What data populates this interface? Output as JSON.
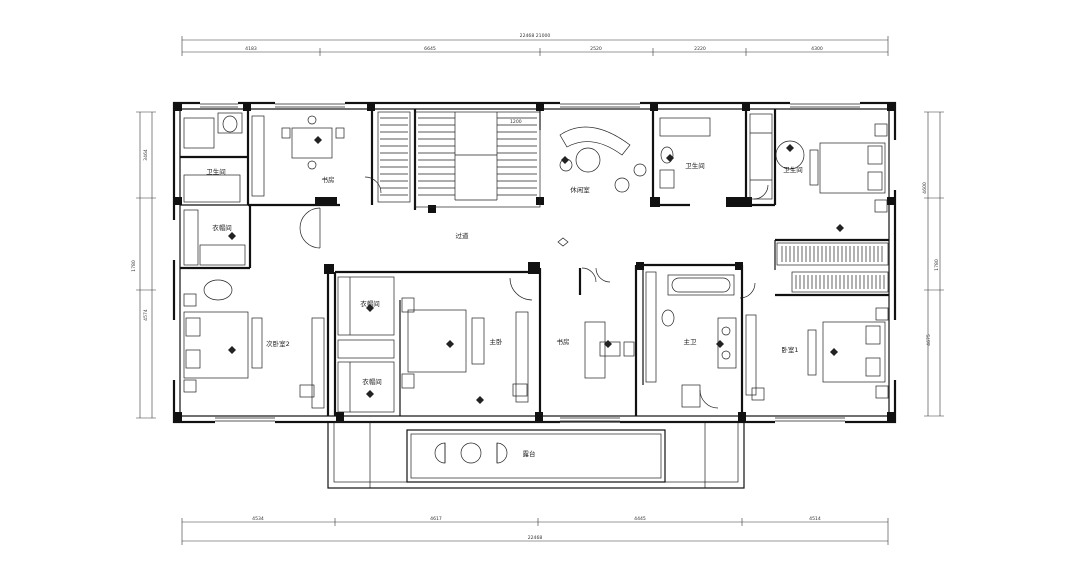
{
  "dimensions": {
    "top_total": "22468 21000",
    "top_segments": [
      "4183",
      "6645",
      "2520",
      "2220",
      "4300"
    ],
    "bottom_segments": [
      "4534",
      "4617",
      "4445",
      "4514"
    ],
    "bottom_total": "22468",
    "left_segments": [
      "3464",
      "1780",
      "4574"
    ],
    "right_segments": [
      "4600",
      "1780",
      "4675"
    ]
  },
  "rooms": {
    "bath_top_left": "卫生间",
    "study": "书房",
    "leisure": "休闲室",
    "bath_top": "卫生间",
    "bath_right": "卫生间",
    "closet_left": "衣帽间",
    "corridor": "过道",
    "guest_room": "次卧室2",
    "closet_mid_top": "衣帽间",
    "closet_mid_bottom": "衣帽间",
    "master_bed": "主卧",
    "main_bath": "主卫",
    "book_room": "书房",
    "bedroom_right": "卧室1",
    "balcony": "露台"
  },
  "stair_mark": "1200"
}
